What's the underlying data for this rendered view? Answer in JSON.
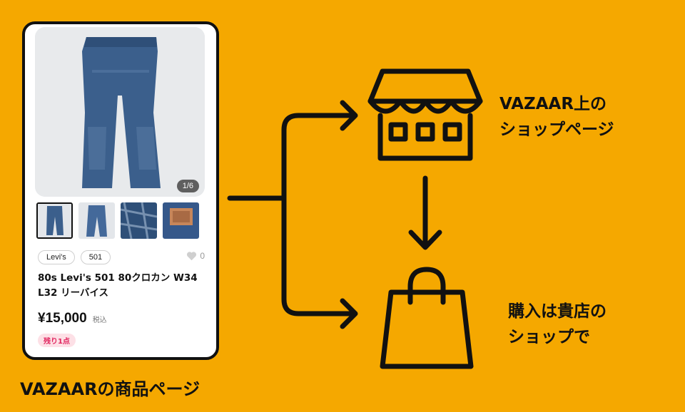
{
  "product_card": {
    "image_counter": "1/6",
    "tags": [
      "Levi's",
      "501"
    ],
    "like_count": "0",
    "title": "80s Levi's 501 80クロカン W34 L32 リーバイス",
    "price": "¥15,000",
    "tax_note": "税込",
    "stock_badge": "残り1点"
  },
  "caption": "VAZAARの商品ページ",
  "shop_label": {
    "line1": "VAZAAR上の",
    "line2": "ショップページ"
  },
  "purchase_label": {
    "line1": "購入は貴店の",
    "line2": "ショップで"
  },
  "colors": {
    "background": "#F5A800",
    "stroke": "#111111",
    "badge": "#E0245E"
  },
  "icons": [
    "store-icon",
    "shopping-bag-icon",
    "heart-icon"
  ]
}
